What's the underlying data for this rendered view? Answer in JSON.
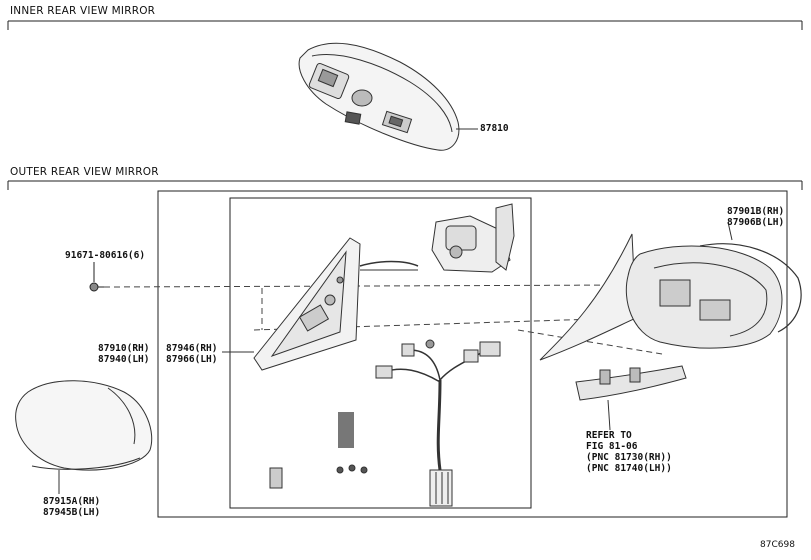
{
  "sections": {
    "inner_title": "INNER REAR VIEW MIRROR",
    "outer_title": "OUTER REAR VIEW MIRROR"
  },
  "parts": {
    "p87810": "87810",
    "p87901b": "87901B(RH)",
    "p87906b": "87906B(LH)",
    "p91671": "91671-80616(6)",
    "p87910": "87910(RH)",
    "p87940": "87940(LH)",
    "p87946": "87946(RH)",
    "p87966": "87966(LH)",
    "p87915a": "87915A(RH)",
    "p87945b": "87945B(LH)"
  },
  "refer": {
    "line1": "REFER TO",
    "line2": "FIG 81-06",
    "line3": "(PNC 81730(RH))",
    "line4": "(PNC 81740(LH))"
  },
  "figure_code": "87C698"
}
